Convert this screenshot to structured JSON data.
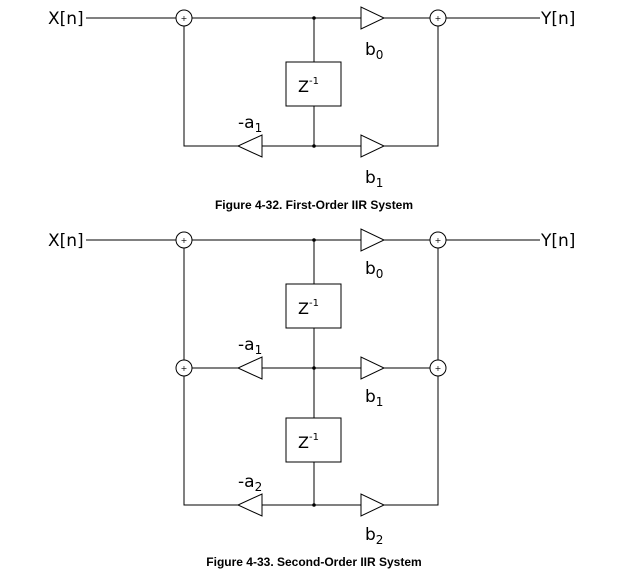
{
  "figure1": {
    "input_label": "X[n]",
    "output_label": "Y[n]",
    "delay_label": "Z",
    "delay_exp": "-1",
    "adder_sign": "+",
    "forward_coefs": [
      {
        "name": "b",
        "sub": "0"
      },
      {
        "name": "b",
        "sub": "1"
      }
    ],
    "feedback_coefs": [
      {
        "name": "-a",
        "sub": "1"
      }
    ],
    "caption": "Figure 4-32. First-Order IIR System"
  },
  "figure2": {
    "input_label": "X[n]",
    "output_label": "Y[n]",
    "delay_label": "Z",
    "delay_exp": "-1",
    "adder_sign": "+",
    "forward_coefs": [
      {
        "name": "b",
        "sub": "0"
      },
      {
        "name": "b",
        "sub": "1"
      },
      {
        "name": "b",
        "sub": "2"
      }
    ],
    "feedback_coefs": [
      {
        "name": "-a",
        "sub": "1"
      },
      {
        "name": "-a",
        "sub": "2"
      }
    ],
    "caption": "Figure 4-33. Second-Order IIR System"
  }
}
